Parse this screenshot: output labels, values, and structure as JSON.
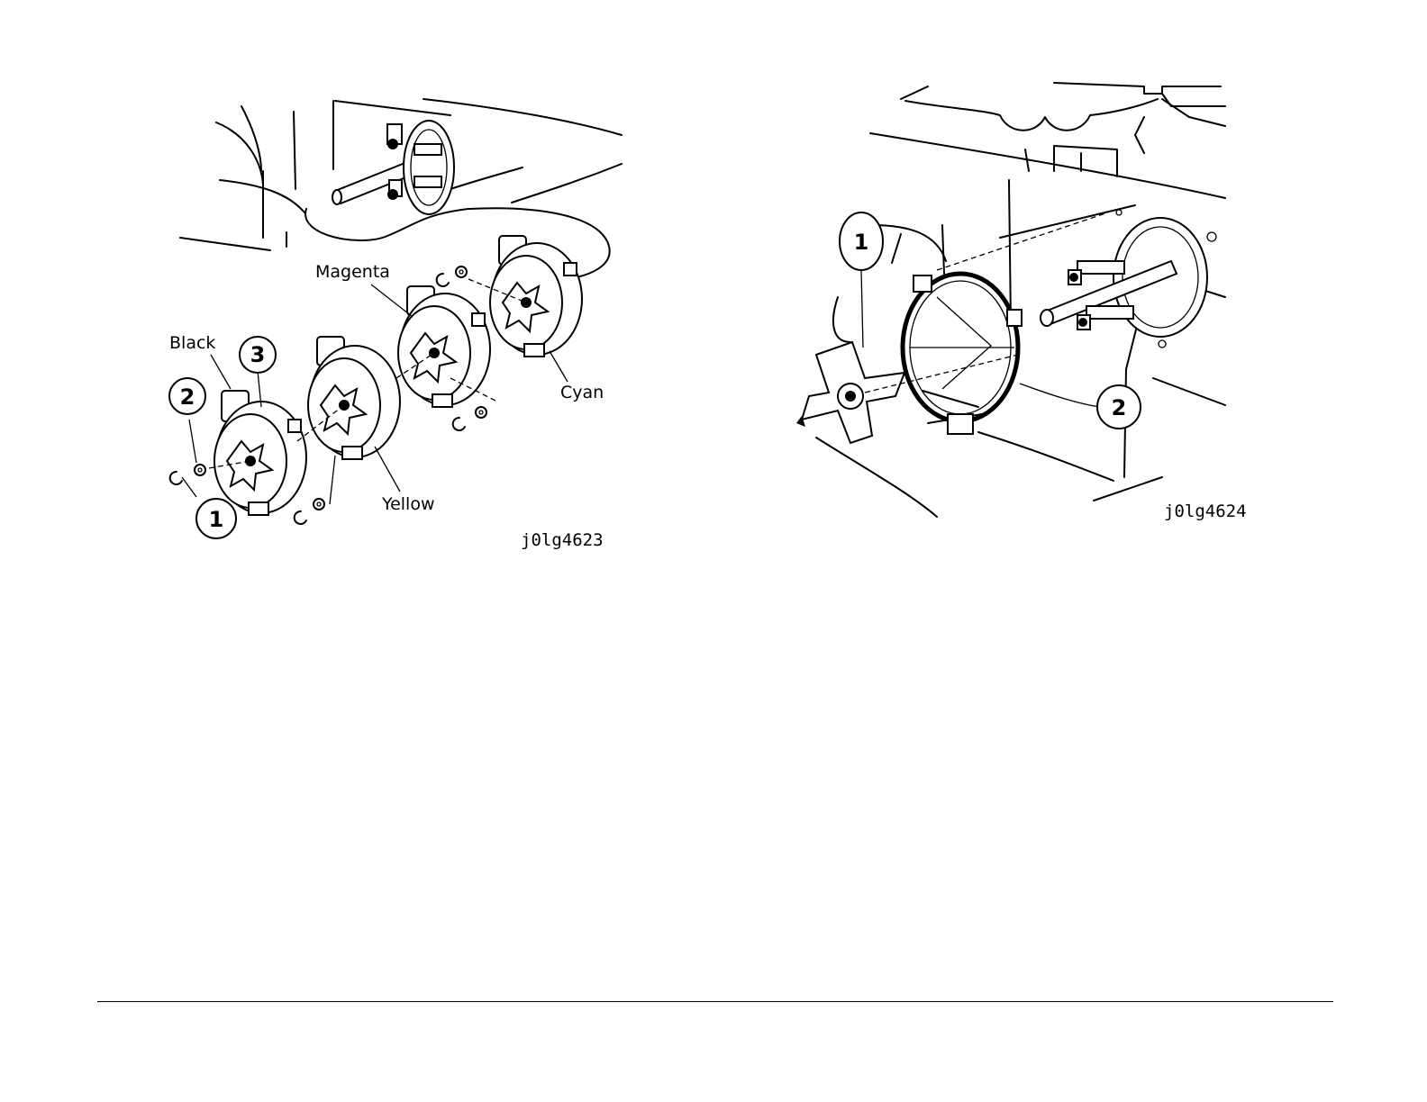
{
  "figure_left": {
    "labels": {
      "black": "Black",
      "yellow": "Yellow",
      "magenta": "Magenta",
      "cyan": "Cyan"
    },
    "callouts": [
      "1",
      "2",
      "3"
    ],
    "figure_id": "j0lg4623"
  },
  "figure_right": {
    "callouts": [
      "1",
      "2"
    ],
    "figure_id": "j0lg4624"
  }
}
